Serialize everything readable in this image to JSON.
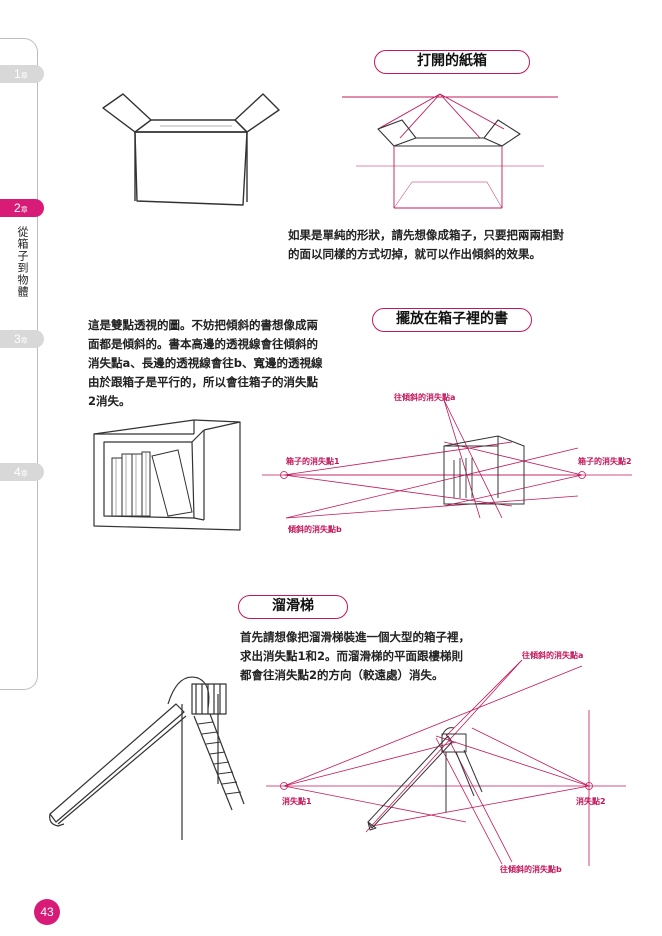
{
  "chapters": [
    {
      "label": "1",
      "suffix": "章"
    },
    {
      "label": "2",
      "suffix": "章"
    },
    {
      "label": "3",
      "suffix": "章"
    },
    {
      "label": "4",
      "suffix": "章"
    }
  ],
  "chapter_title": "從箱子到物體",
  "sections": {
    "open_box": {
      "title": "打開的紙箱",
      "text": [
        "如果是單純的形狀，請先想像成箱子，只要把兩兩相對",
        "的面以同樣的方式切掉，就可以作出傾斜的效果。"
      ]
    },
    "book_box": {
      "title": "擺放在箱子裡的書",
      "text": [
        "這是雙點透視的圖。不妨把傾斜的書想像成兩",
        "面都是傾斜的。書本高邊的透視線會往傾斜的",
        "消失點a、長邊的透視線會往b、寬邊的透視線",
        "由於跟箱子是平行的，所以會往箱子的消失點",
        "2消失。"
      ],
      "labels": {
        "vp_a": "往傾斜的消失點a",
        "vp1": "箱子的消失點1",
        "vp2": "箱子的消失點2",
        "vp_b": "傾斜的消失點b"
      }
    },
    "slide": {
      "title": "溜滑梯",
      "text": [
        "首先請想像把溜滑梯裝進一個大型的箱子裡，",
        "求出消失點1和2。而溜滑梯的平面跟樓梯則",
        "都會往消失點2的方向（較遠處）消失。"
      ],
      "labels": {
        "vp_a": "往傾斜的消失點a",
        "vp1": "消失點1",
        "vp2": "消失點2",
        "vp_b": "往傾斜的消失點b"
      }
    }
  },
  "page_number": "43",
  "colors": {
    "accent": "#d81b77",
    "guide": "#c2185b",
    "inactive_tab": "#d8d8d8"
  }
}
